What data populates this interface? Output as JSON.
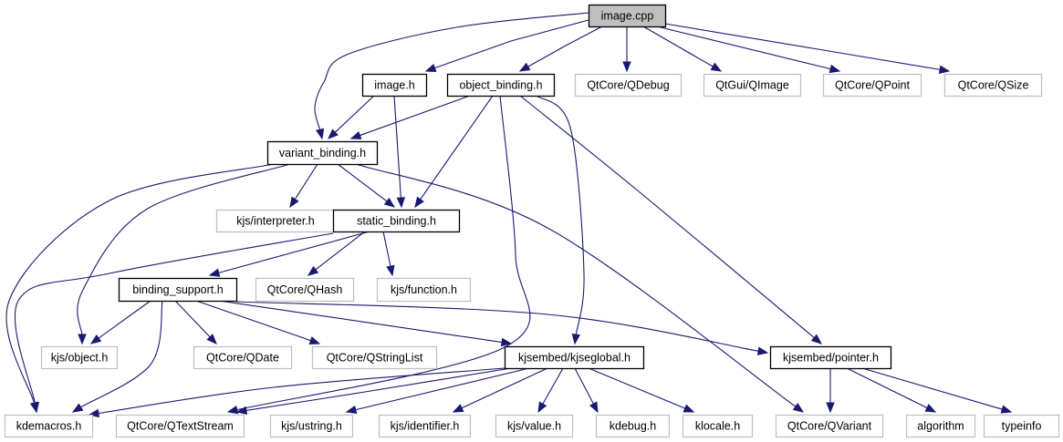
{
  "diagram": {
    "type": "include-dependency-graph",
    "colors": {
      "edge": "#191970",
      "root_fill": "#bfbfbf",
      "root_border": "#000000",
      "documented_border": "#000000",
      "external_border": "#bfbfbf",
      "external_text": "#000000"
    },
    "nodes": [
      {
        "id": "image_cpp",
        "label": "image.cpp",
        "kind": "root"
      },
      {
        "id": "image_h",
        "label": "image.h",
        "kind": "documented"
      },
      {
        "id": "object_binding_h",
        "label": "object_binding.h",
        "kind": "documented"
      },
      {
        "id": "qdebug",
        "label": "QtCore/QDebug",
        "kind": "external"
      },
      {
        "id": "qimage",
        "label": "QtGui/QImage",
        "kind": "external"
      },
      {
        "id": "qpoint",
        "label": "QtCore/QPoint",
        "kind": "external"
      },
      {
        "id": "qsize",
        "label": "QtCore/QSize",
        "kind": "external"
      },
      {
        "id": "variant_binding_h",
        "label": "variant_binding.h",
        "kind": "documented"
      },
      {
        "id": "interpreter_h",
        "label": "kjs/interpreter.h",
        "kind": "external"
      },
      {
        "id": "static_binding_h",
        "label": "static_binding.h",
        "kind": "documented"
      },
      {
        "id": "binding_support_h",
        "label": "binding_support.h",
        "kind": "documented"
      },
      {
        "id": "qhash",
        "label": "QtCore/QHash",
        "kind": "external"
      },
      {
        "id": "function_h",
        "label": "kjs/function.h",
        "kind": "external"
      },
      {
        "id": "object_h",
        "label": "kjs/object.h",
        "kind": "external"
      },
      {
        "id": "qdate",
        "label": "QtCore/QDate",
        "kind": "external"
      },
      {
        "id": "qstringlist",
        "label": "QtCore/QStringList",
        "kind": "external"
      },
      {
        "id": "kjseglobal_h",
        "label": "kjsembed/kjseglobal.h",
        "kind": "documented"
      },
      {
        "id": "pointer_h",
        "label": "kjsembed/pointer.h",
        "kind": "documented"
      },
      {
        "id": "kdemacros_h",
        "label": "kdemacros.h",
        "kind": "external"
      },
      {
        "id": "qtextstream",
        "label": "QtCore/QTextStream",
        "kind": "external"
      },
      {
        "id": "ustring_h",
        "label": "kjs/ustring.h",
        "kind": "external"
      },
      {
        "id": "identifier_h",
        "label": "kjs/identifier.h",
        "kind": "external"
      },
      {
        "id": "value_h",
        "label": "kjs/value.h",
        "kind": "external"
      },
      {
        "id": "kdebug_h",
        "label": "kdebug.h",
        "kind": "external"
      },
      {
        "id": "klocale_h",
        "label": "klocale.h",
        "kind": "external"
      },
      {
        "id": "qvariant",
        "label": "QtCore/QVariant",
        "kind": "external"
      },
      {
        "id": "algorithm",
        "label": "algorithm",
        "kind": "external"
      },
      {
        "id": "typeinfo",
        "label": "typeinfo",
        "kind": "external"
      }
    ],
    "edges": [
      {
        "from": "image_cpp",
        "to": "image_h"
      },
      {
        "from": "image_cpp",
        "to": "object_binding_h"
      },
      {
        "from": "image_cpp",
        "to": "variant_binding_h"
      },
      {
        "from": "image_cpp",
        "to": "qdebug"
      },
      {
        "from": "image_cpp",
        "to": "qimage"
      },
      {
        "from": "image_cpp",
        "to": "qpoint"
      },
      {
        "from": "image_cpp",
        "to": "qsize"
      },
      {
        "from": "image_h",
        "to": "variant_binding_h"
      },
      {
        "from": "image_h",
        "to": "static_binding_h"
      },
      {
        "from": "object_binding_h",
        "to": "variant_binding_h"
      },
      {
        "from": "object_binding_h",
        "to": "static_binding_h"
      },
      {
        "from": "object_binding_h",
        "to": "kjseglobal_h"
      },
      {
        "from": "object_binding_h",
        "to": "pointer_h"
      },
      {
        "from": "object_binding_h",
        "to": "qtextstream"
      },
      {
        "from": "variant_binding_h",
        "to": "interpreter_h"
      },
      {
        "from": "variant_binding_h",
        "to": "static_binding_h"
      },
      {
        "from": "variant_binding_h",
        "to": "object_h"
      },
      {
        "from": "variant_binding_h",
        "to": "kdemacros_h"
      },
      {
        "from": "variant_binding_h",
        "to": "qvariant"
      },
      {
        "from": "static_binding_h",
        "to": "binding_support_h"
      },
      {
        "from": "static_binding_h",
        "to": "qhash"
      },
      {
        "from": "static_binding_h",
        "to": "function_h"
      },
      {
        "from": "static_binding_h",
        "to": "kdemacros_h"
      },
      {
        "from": "binding_support_h",
        "to": "object_h"
      },
      {
        "from": "binding_support_h",
        "to": "qdate"
      },
      {
        "from": "binding_support_h",
        "to": "qstringlist"
      },
      {
        "from": "binding_support_h",
        "to": "kjseglobal_h"
      },
      {
        "from": "binding_support_h",
        "to": "pointer_h"
      },
      {
        "from": "binding_support_h",
        "to": "kdemacros_h"
      },
      {
        "from": "kjseglobal_h",
        "to": "kdemacros_h"
      },
      {
        "from": "kjseglobal_h",
        "to": "qtextstream"
      },
      {
        "from": "kjseglobal_h",
        "to": "ustring_h"
      },
      {
        "from": "kjseglobal_h",
        "to": "identifier_h"
      },
      {
        "from": "kjseglobal_h",
        "to": "value_h"
      },
      {
        "from": "kjseglobal_h",
        "to": "kdebug_h"
      },
      {
        "from": "kjseglobal_h",
        "to": "klocale_h"
      },
      {
        "from": "pointer_h",
        "to": "qvariant"
      },
      {
        "from": "pointer_h",
        "to": "algorithm"
      },
      {
        "from": "pointer_h",
        "to": "typeinfo"
      }
    ]
  }
}
